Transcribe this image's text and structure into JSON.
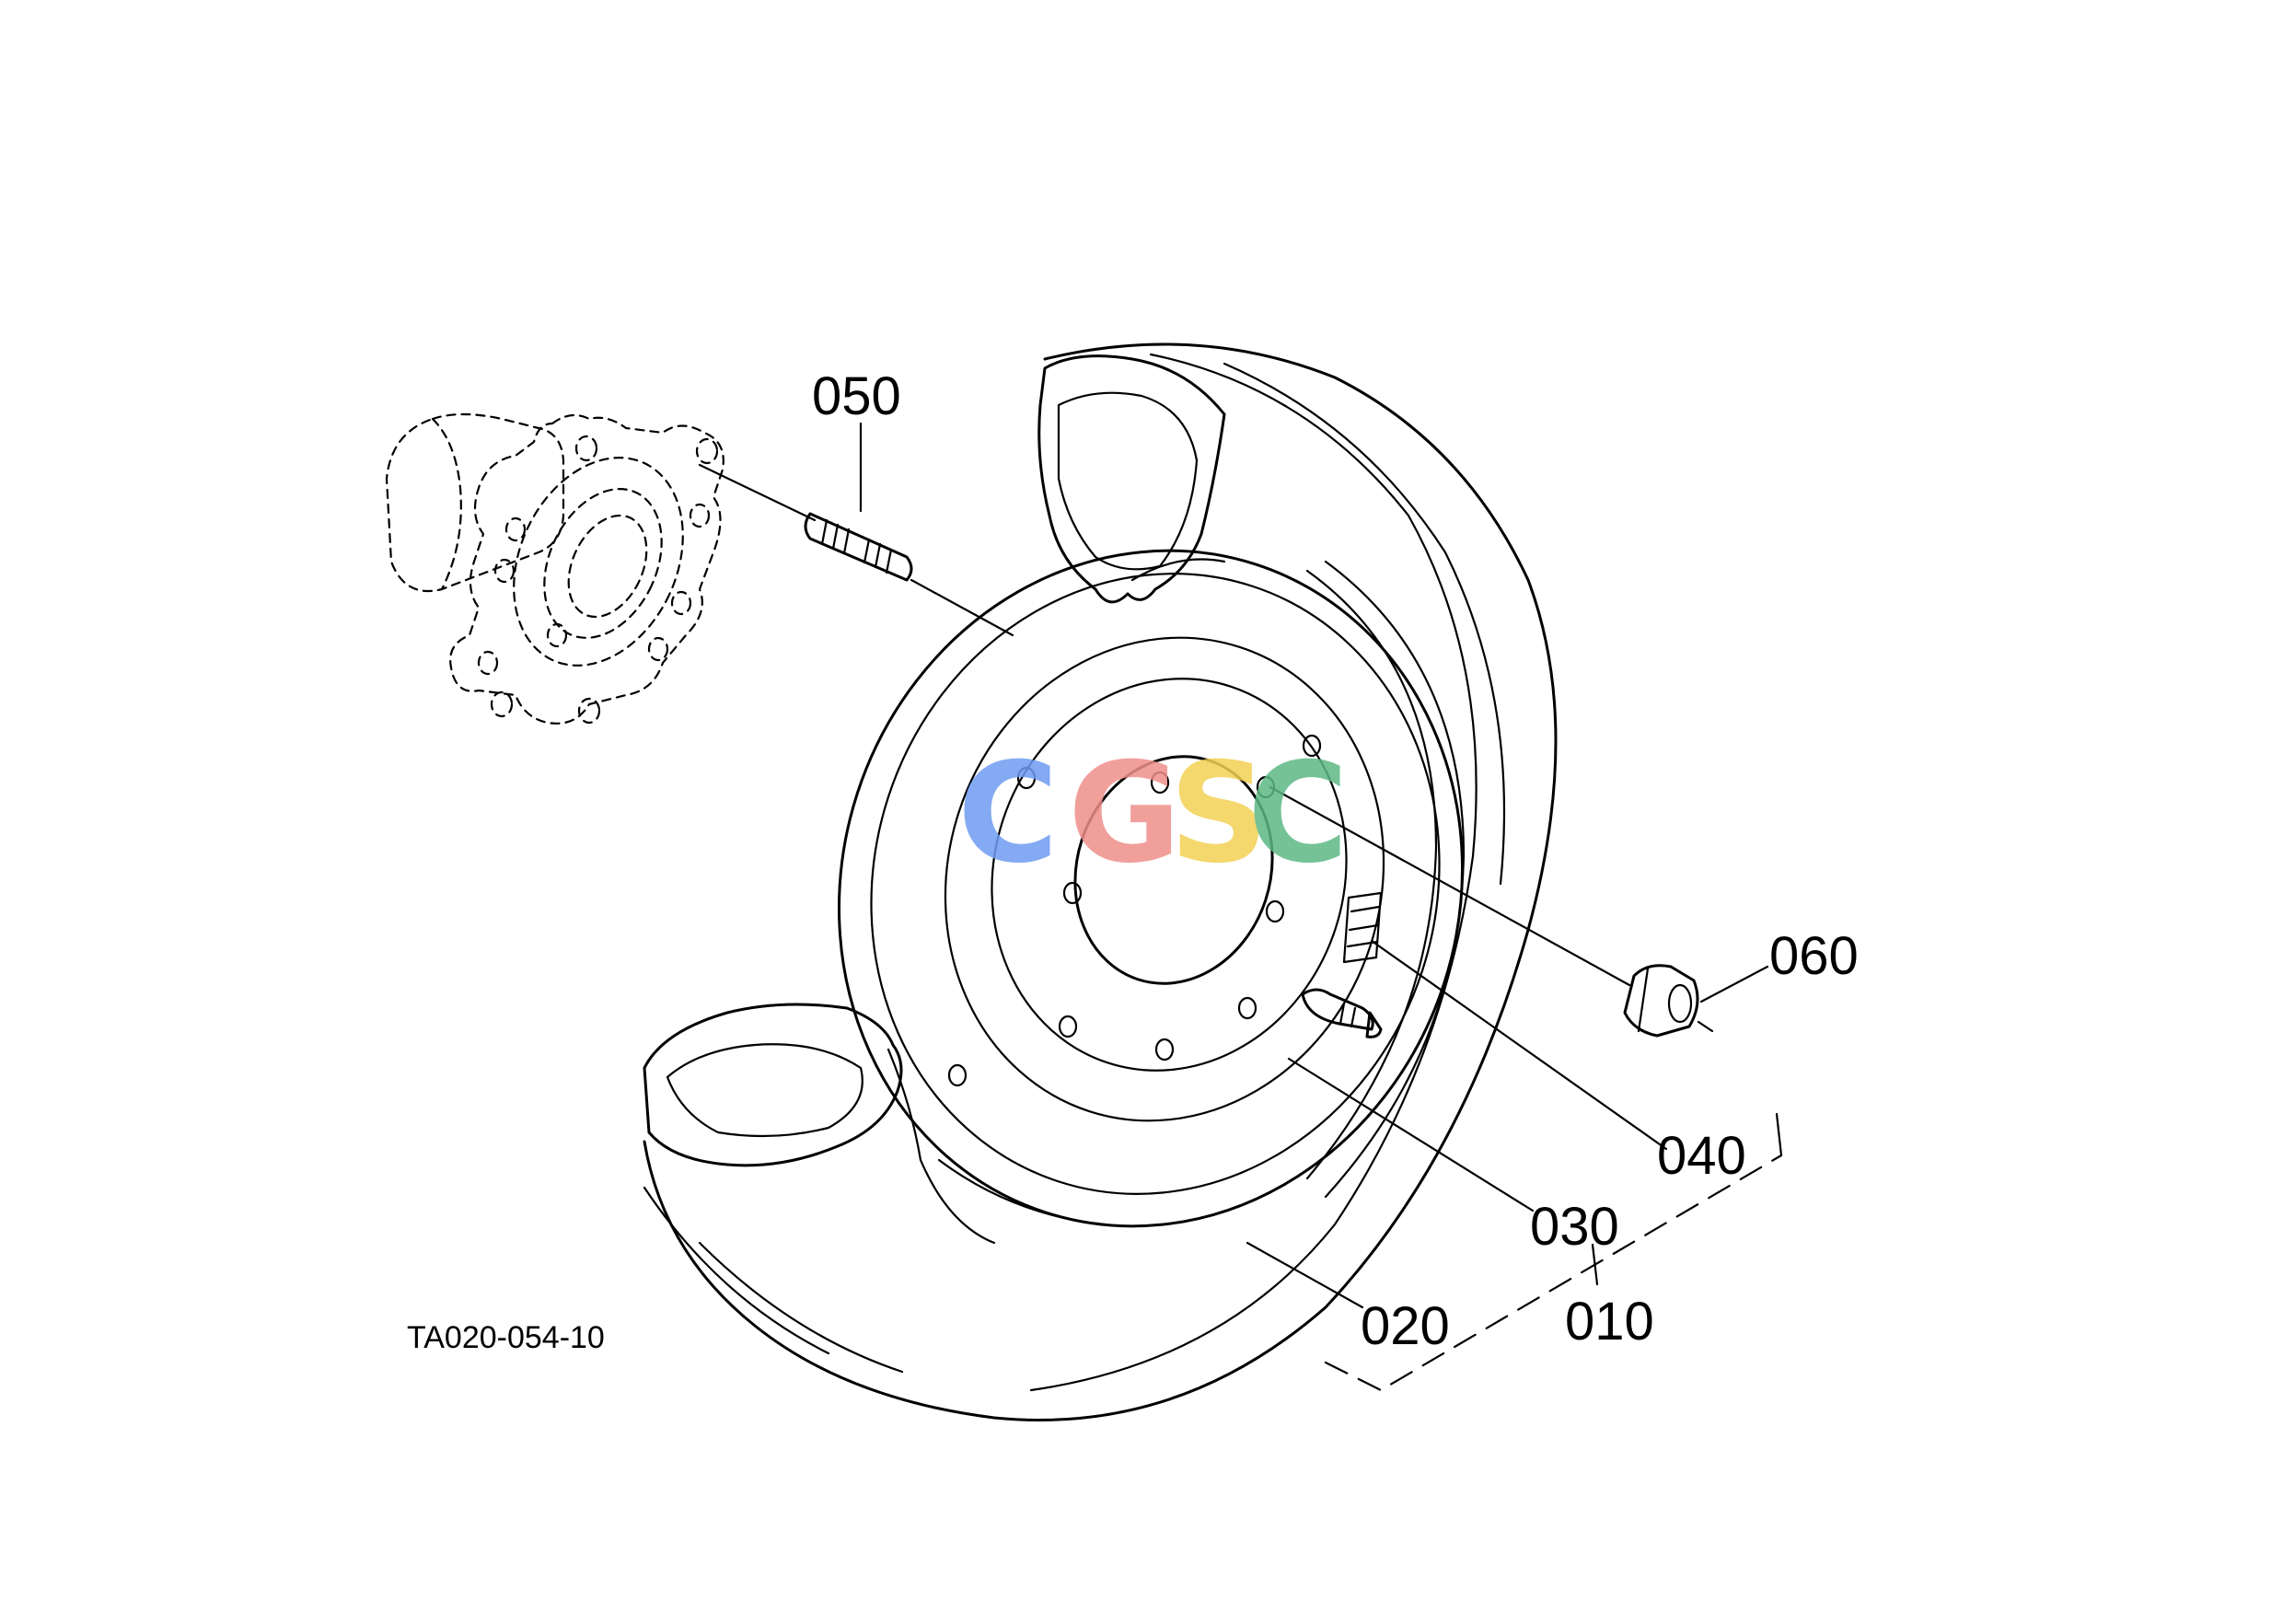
{
  "diagram": {
    "drawing_code": "TA020-054-10",
    "part_labels": {
      "p010": "010",
      "p020": "020",
      "p030": "030",
      "p040": "040",
      "p050": "050",
      "p060": "060"
    }
  },
  "watermark": {
    "letters": [
      "C",
      "G",
      "S",
      "C"
    ],
    "colors": [
      "#6f9cf1",
      "#ef8f8a",
      "#f3d154",
      "#5db886"
    ]
  }
}
